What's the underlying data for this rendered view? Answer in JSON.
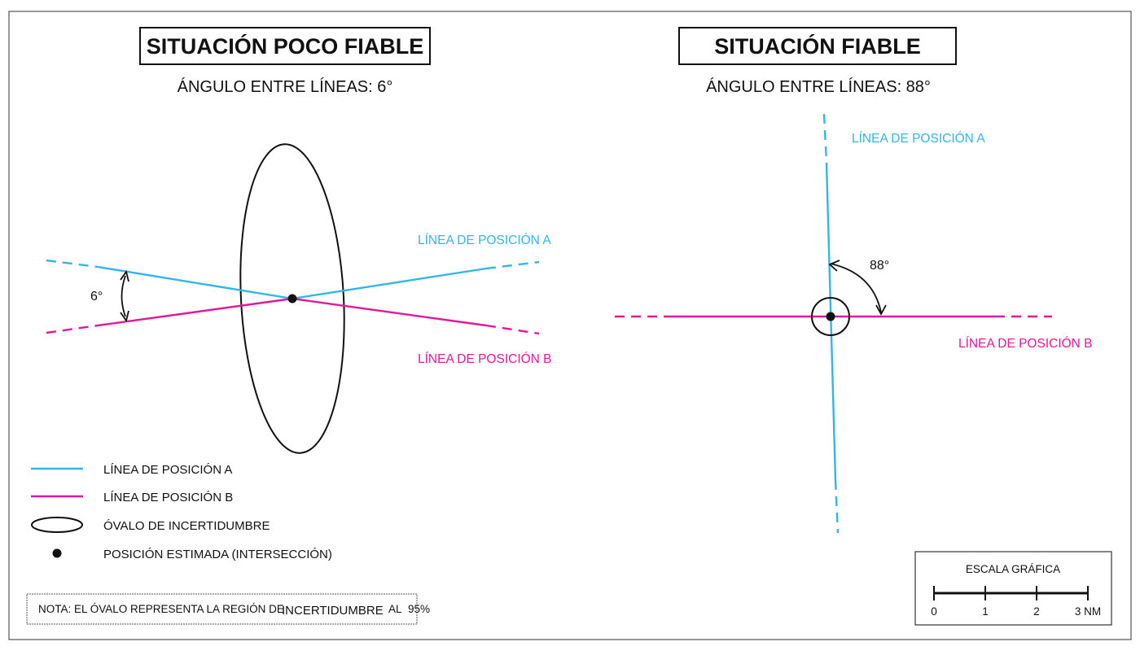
{
  "colors": {
    "line_a": "#33b5e5",
    "line_b": "#e0189e",
    "ink": "#111111"
  },
  "left_panel": {
    "title": "SITUACIÓN POCO FIABLE",
    "angle_text": "ÁNGULO ENTRE LÍNEAS: 6°",
    "angle_label": "6°",
    "line_a_label": "LÍNEA DE POSICIÓN A",
    "line_b_label": "LÍNEA DE POSICIÓN B"
  },
  "right_panel": {
    "title": "SITUACIÓN FIABLE",
    "angle_text": "ÁNGULO ENTRE LÍNEAS: 88°",
    "angle_label": "88°",
    "line_a_label": "LÍNEA DE POSICIÓN A",
    "line_b_label": "LÍNEA DE POSICIÓN B"
  },
  "legend": {
    "items": [
      {
        "icon": "cyan-line-icon",
        "label": "LÍNEA DE POSICIÓN A"
      },
      {
        "icon": "magenta-line-icon",
        "label": "LÍNEA DE POSICIÓN B"
      },
      {
        "icon": "ellipse-icon",
        "label": "ÓVALO DE INCERTIDUMBRE"
      },
      {
        "icon": "dot-icon",
        "label": "POSICIÓN ESTIMADA (INTERSECCIÓN)"
      }
    ]
  },
  "note": {
    "part1": "NOTA: EL ÓVALO REPRESENTA LA REGIÓN DE",
    "part2": "INCERTIDUMBRE",
    "part3": "AL",
    "part4": "95%"
  },
  "scale": {
    "title": "ESCALA GRÁFICA",
    "ticks": [
      "0",
      "1",
      "2",
      "3 NM"
    ]
  }
}
